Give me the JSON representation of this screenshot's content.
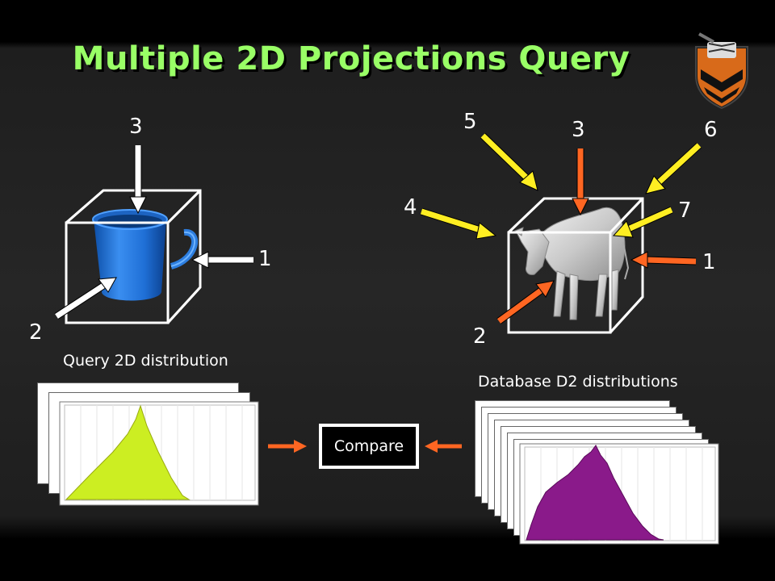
{
  "title": "Multiple 2D Projections Query",
  "mug_labels": {
    "l1": "1",
    "l2": "2",
    "l3": "3"
  },
  "cow_labels": {
    "l1": "1",
    "l2": "2",
    "l3": "3",
    "l4": "4",
    "l5": "5",
    "l6": "6",
    "l7": "7"
  },
  "query_caption": "Query 2D distribution",
  "database_caption": "Database D2 distributions",
  "compare_label": "Compare",
  "colors": {
    "title": "#99ff66",
    "arrow_white": "#ffffff",
    "arrow_yellow": "#ffee22",
    "arrow_orange": "#ff6622",
    "mug": "#2a78d8",
    "cow": "#d8d8d8",
    "query_fill": "#ccee22",
    "database_fill": "#8a1a8a"
  }
}
